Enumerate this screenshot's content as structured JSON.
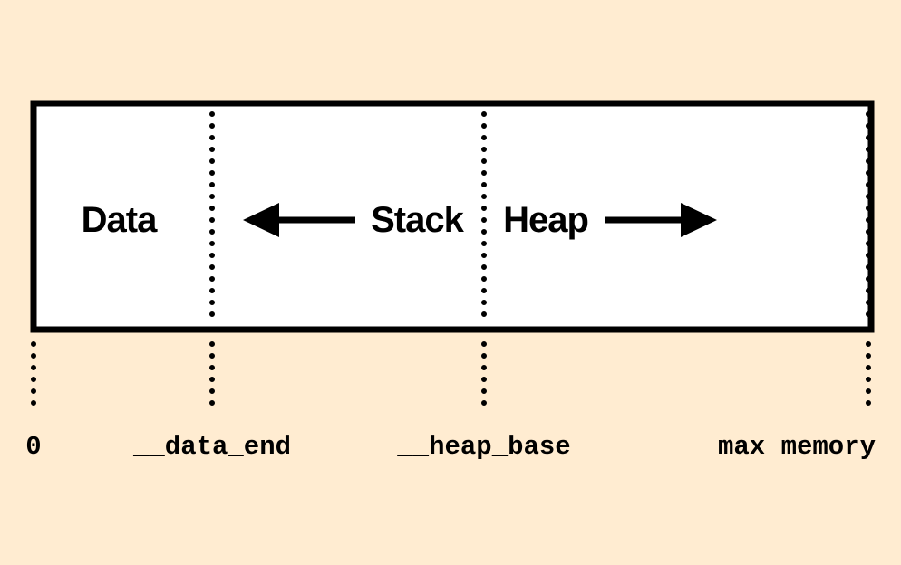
{
  "colors": {
    "background": "#ffecd1",
    "box_fill": "#ffffff",
    "ink": "#000000"
  },
  "regions": {
    "data": "Data",
    "stack": "Stack",
    "heap": "Heap"
  },
  "arrows": {
    "stack_direction": "left",
    "heap_direction": "right"
  },
  "addresses": {
    "zero": "0",
    "data_end": "__data_end",
    "heap_base": "__heap_base",
    "max_memory": "max memory"
  }
}
